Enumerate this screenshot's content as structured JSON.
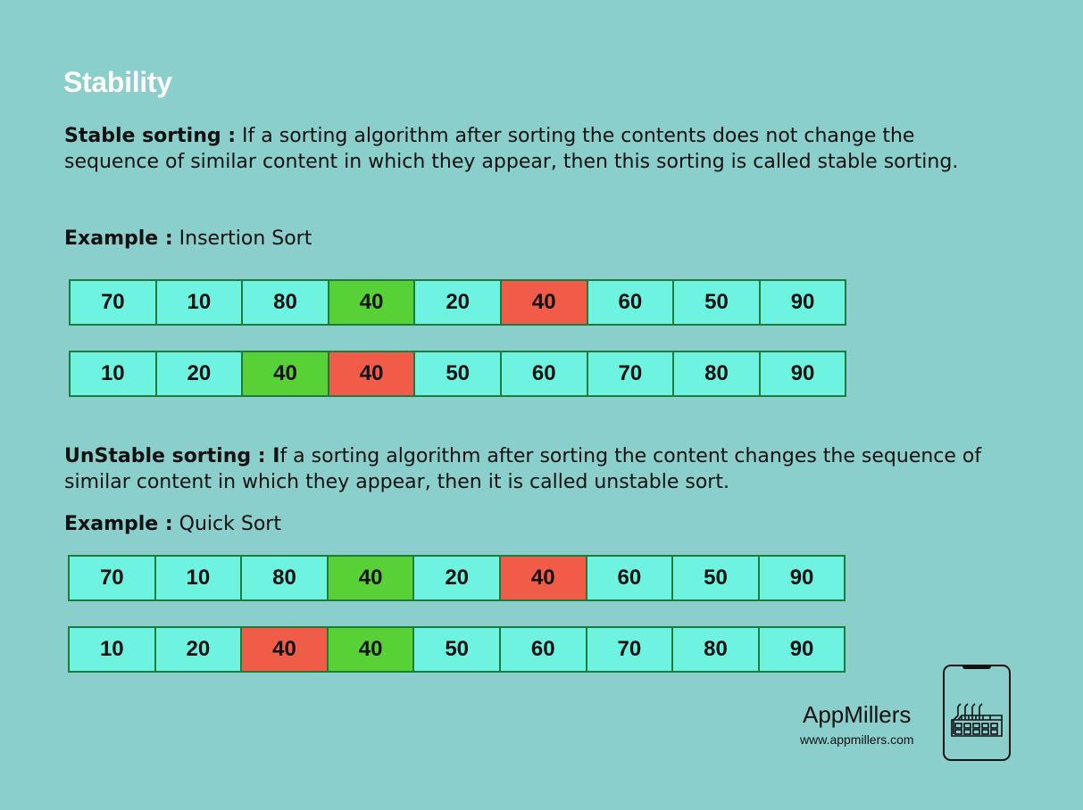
{
  "title": "Stability",
  "stable": {
    "term": "Stable sorting :",
    "definition": " If a sorting algorithm after sorting the contents does not change the sequence of similar content in which they appear, then this sorting is called stable sorting.",
    "example_label": "Example :",
    "example_value": " Insertion Sort",
    "before": [
      {
        "v": "70",
        "hl": ""
      },
      {
        "v": "10",
        "hl": ""
      },
      {
        "v": "80",
        "hl": ""
      },
      {
        "v": "40",
        "hl": "green"
      },
      {
        "v": "20",
        "hl": ""
      },
      {
        "v": "40",
        "hl": "red"
      },
      {
        "v": "60",
        "hl": ""
      },
      {
        "v": "50",
        "hl": ""
      },
      {
        "v": "90",
        "hl": ""
      }
    ],
    "after": [
      {
        "v": "10",
        "hl": ""
      },
      {
        "v": "20",
        "hl": ""
      },
      {
        "v": "40",
        "hl": "green"
      },
      {
        "v": "40",
        "hl": "red"
      },
      {
        "v": "50",
        "hl": ""
      },
      {
        "v": "60",
        "hl": ""
      },
      {
        "v": "70",
        "hl": ""
      },
      {
        "v": "80",
        "hl": ""
      },
      {
        "v": "90",
        "hl": ""
      }
    ]
  },
  "unstable": {
    "term": "UnStable sorting : I",
    "definition": "f a sorting algorithm after sorting the content changes the sequence of similar content in which they appear, then it is called unstable sort.",
    "example_label": "Example :",
    "example_value": " Quick Sort",
    "before": [
      {
        "v": "70",
        "hl": ""
      },
      {
        "v": "10",
        "hl": ""
      },
      {
        "v": "80",
        "hl": ""
      },
      {
        "v": "40",
        "hl": "green"
      },
      {
        "v": "20",
        "hl": ""
      },
      {
        "v": "40",
        "hl": "red"
      },
      {
        "v": "60",
        "hl": ""
      },
      {
        "v": "50",
        "hl": ""
      },
      {
        "v": "90",
        "hl": ""
      }
    ],
    "after": [
      {
        "v": "10",
        "hl": ""
      },
      {
        "v": "20",
        "hl": ""
      },
      {
        "v": "40",
        "hl": "red"
      },
      {
        "v": "40",
        "hl": "green"
      },
      {
        "v": "50",
        "hl": ""
      },
      {
        "v": "60",
        "hl": ""
      },
      {
        "v": "70",
        "hl": ""
      },
      {
        "v": "80",
        "hl": ""
      },
      {
        "v": "90",
        "hl": ""
      }
    ]
  },
  "brand": {
    "name": "AppMillers",
    "url": "www.appmillers.com",
    "logo_icon": "factory-in-phone-icon"
  },
  "colors": {
    "background": "#8acfcb",
    "cell": "#6ef3e1",
    "highlight_green": "#58d136",
    "highlight_red": "#f05c48",
    "cell_border": "#1f7a3c"
  }
}
